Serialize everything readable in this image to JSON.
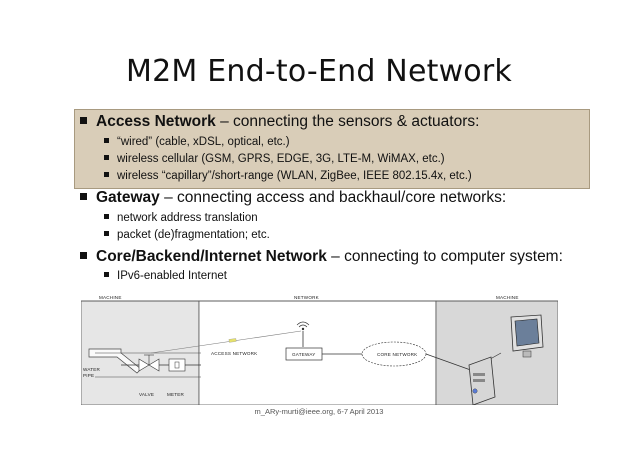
{
  "title": "M2M End-to-End Network",
  "access_network": {
    "heading_bold": "Access Network",
    "heading_rest": " – connecting the sensors & actuators:",
    "items": [
      "“wired” (cable, xDSL, optical, etc.)",
      "wireless cellular (GSM, GPRS, EDGE, 3G, LTE-M, WiMAX, etc.)",
      "wireless “capillary”/short-range (WLAN, ZigBee, IEEE 802.15.4x, etc.)"
    ]
  },
  "gateway": {
    "heading_bold": "Gateway",
    "heading_rest": " – connecting access and backhaul/core networks:",
    "items": [
      "network address translation",
      "packet (de)fragmentation; etc."
    ]
  },
  "core": {
    "heading_bold": "Core/Backend/Internet Network",
    "heading_rest": " – connecting to computer system:",
    "items": [
      "IPv6-enabled Internet"
    ]
  },
  "diagram": {
    "section_machine_left": "MACHINE",
    "section_network": "NETWORK",
    "section_machine_right": "MACHINE",
    "water_pipe": "WATER\nPIPE",
    "valve": "VALVE",
    "meter": "METER",
    "access_network": "ACCESS NETWORK",
    "gateway": "GATEWAY",
    "core_network": "CORE NETWORK"
  },
  "footer": "m_ARy-murti@ieee.org, 6-7 April 2013"
}
